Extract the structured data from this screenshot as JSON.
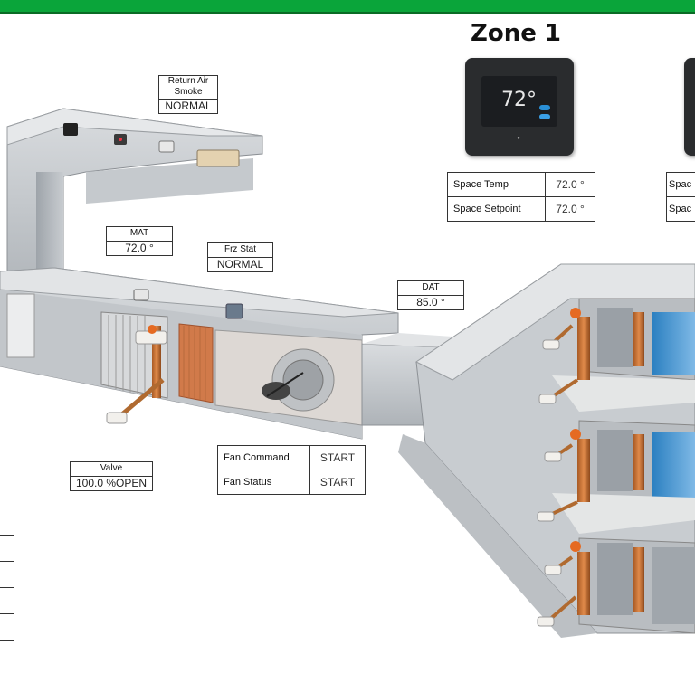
{
  "header": {
    "color": "#0aa53a"
  },
  "zone": {
    "title": "Zone 1"
  },
  "thermostat": {
    "display_temp": "72°"
  },
  "points": {
    "return_air_smoke": {
      "label_line1": "Return Air",
      "label_line2": "Smoke",
      "value": "NORMAL"
    },
    "mat": {
      "label": "MAT",
      "value": "72.0  °"
    },
    "frz_stat": {
      "label": "Frz Stat",
      "value": "NORMAL"
    },
    "dat": {
      "label": "DAT",
      "value": "85.0  °"
    },
    "valve": {
      "label": "Valve",
      "value": "100.0  %OPEN"
    }
  },
  "fan_table": {
    "rows": [
      {
        "label": "Fan Command",
        "value": "START"
      },
      {
        "label": "Fan Status",
        "value": "START"
      }
    ]
  },
  "zone1_table": {
    "rows": [
      {
        "label": "Space Temp",
        "value": "72.0  °"
      },
      {
        "label": "Space Setpoint",
        "value": "72.0  °"
      }
    ]
  },
  "zone2_table": {
    "rows": [
      {
        "label": "Spac"
      },
      {
        "label": "Spac"
      }
    ]
  }
}
